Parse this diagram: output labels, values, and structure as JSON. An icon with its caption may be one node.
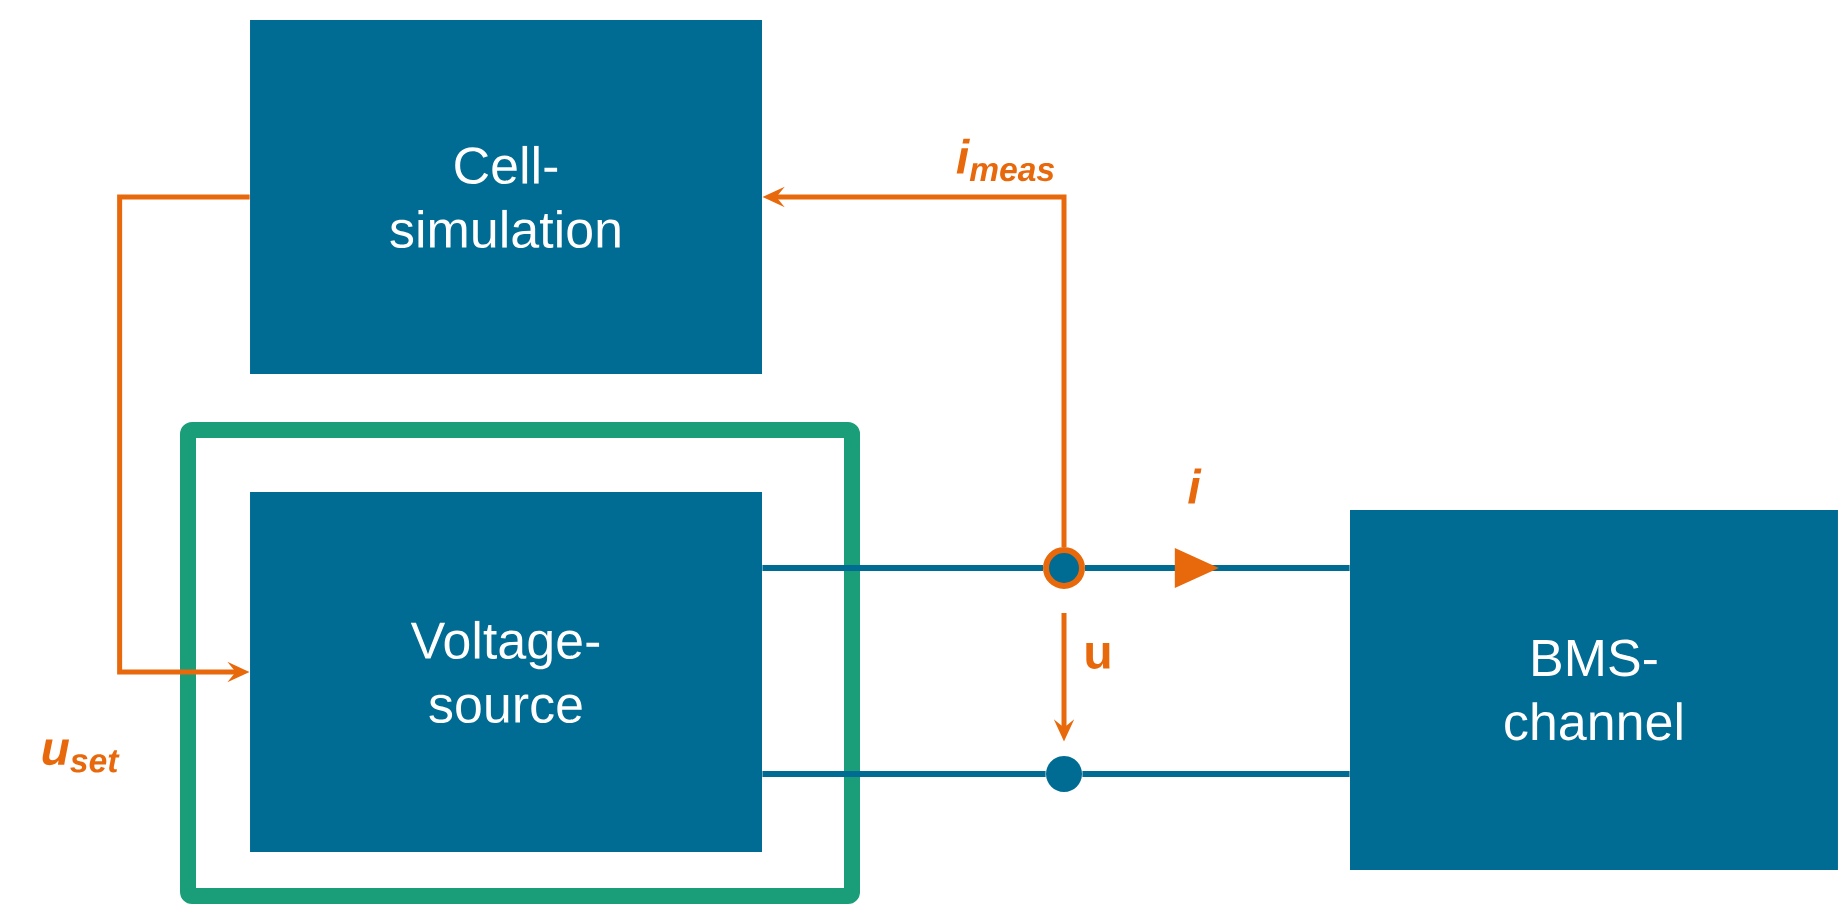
{
  "diagram": {
    "nodes": [
      {
        "text": [
          "Cell- simulation"
        ]
      },
      {
        "text": [],
        "shape": "box"
      },
      {
        "text": [
          "Voltage- source"
        ],
        "in": 1
      },
      {
        "text": [
          "BMS- channel"
        ]
      },
      {
        "text": [],
        "shape": "circle"
      },
      {
        "text": [],
        "shape": "circle"
      }
    ],
    "edges": [
      {
        "from": 0,
        "to": 2,
        "arrow": "to",
        "label": "u$_{set}$",
        "color": "#e8690b"
      },
      {
        "from": 4,
        "to": 0,
        "arrow": "to",
        "label": "i$_{meas}$",
        "color": "#e8690b"
      },
      {
        "from": 2,
        "to": 4,
        "arrow": "none"
      },
      {
        "from": 4,
        "to": 3,
        "arrow": "to",
        "label": "i"
      },
      {
        "from": 2,
        "to": 5,
        "arrow": "none"
      },
      {
        "from": 5,
        "to": 3,
        "arrow": "none"
      },
      {
        "from": 4,
        "to": 5,
        "arrow": "to",
        "label": "u",
        "color": "#e8690b"
      }
    ]
  }
}
